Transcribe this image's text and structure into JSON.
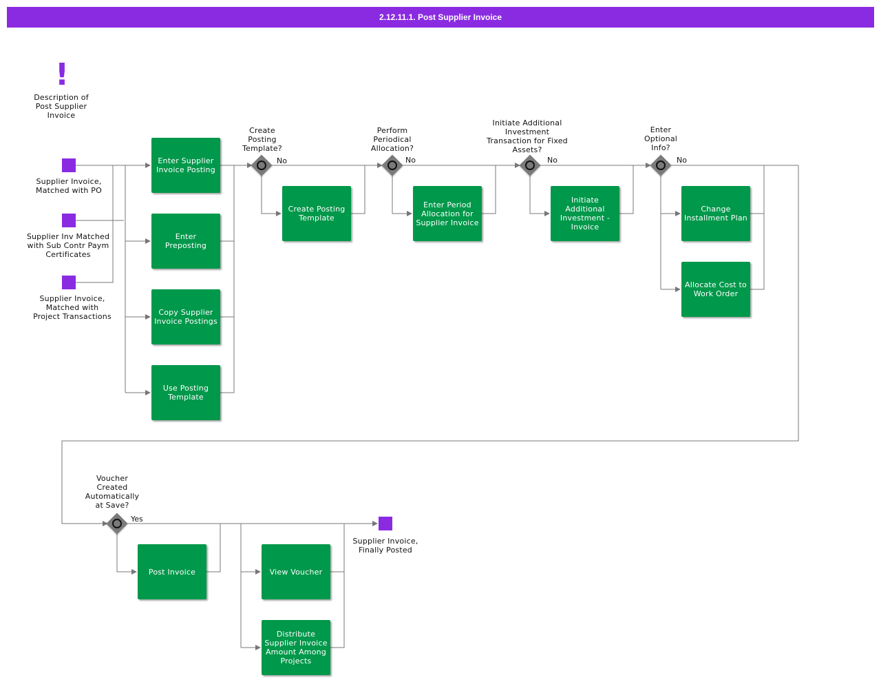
{
  "title": "2.12.11.1. Post Supplier Invoice",
  "annotation": {
    "icon": "exclamation-icon",
    "text": "Description of\nPost Supplier\nInvoice"
  },
  "colors": {
    "title_bar": "#8a2be2",
    "event": "#8a2be2",
    "task": "#00984a",
    "gateway": "#7a7a7a",
    "line": "#777777"
  },
  "start_events": [
    {
      "label": "Supplier Invoice,\nMatched with PO"
    },
    {
      "label": "Supplier Inv Matched\nwith Sub Contr Paym\nCertificates"
    },
    {
      "label": "Supplier Invoice,\nMatched with\nProject Transactions"
    }
  ],
  "entry_tasks": [
    {
      "label": "Enter Supplier\nInvoice Posting"
    },
    {
      "label": "Enter Preposting"
    },
    {
      "label": "Copy Supplier\nInvoice Postings"
    },
    {
      "label": "Use Posting\nTemplate"
    }
  ],
  "gateways": [
    {
      "question": "Create\nPosting\nTemplate?",
      "branch_label": "No"
    },
    {
      "question": "Perform\nPeriodical\nAllocation?",
      "branch_label": "No"
    },
    {
      "question": "Initiate Additional\nInvestment\nTransaction for Fixed\nAssets?",
      "branch_label": "No"
    },
    {
      "question": "Enter\nOptional\nInfo?",
      "branch_label": "No"
    },
    {
      "question": "Voucher\nCreated\nAutomatically\nat Save?",
      "branch_label": "Yes"
    }
  ],
  "gateway_tasks": [
    {
      "label": "Create Posting\nTemplate"
    },
    {
      "label": "Enter Period\nAllocation for\nSupplier Invoice"
    },
    {
      "label": "Initiate\nAdditional\nInvestment -\nInvoice"
    },
    {
      "label": "Change\nInstallment Plan"
    },
    {
      "label": "Allocate Cost to\nWork Order"
    }
  ],
  "final_tasks": [
    {
      "label": "Post Invoice"
    },
    {
      "label": "View Voucher"
    },
    {
      "label": "Distribute\nSupplier Invoice\nAmount Among\nProjects"
    }
  ],
  "end_event": {
    "label": "Supplier Invoice,\nFinally Posted"
  }
}
